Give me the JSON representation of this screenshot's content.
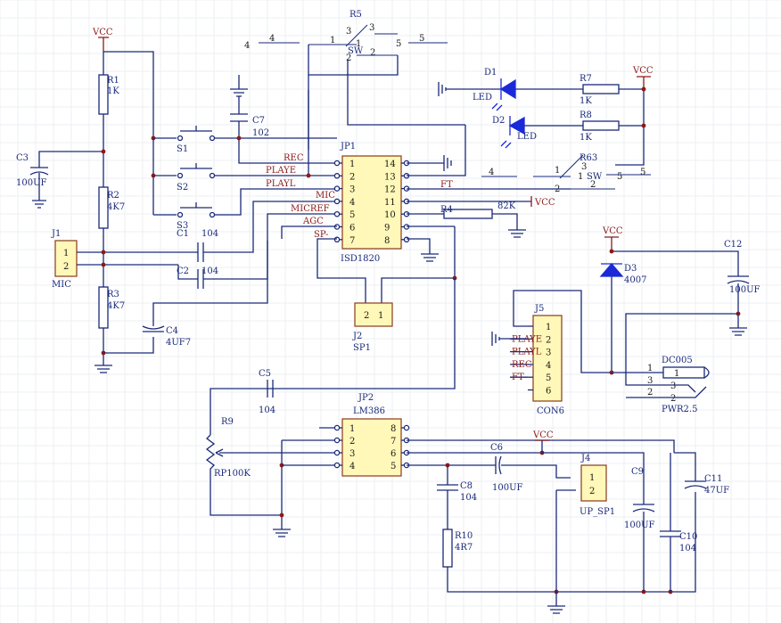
{
  "labels": {
    "vcc": "VCC",
    "r1": "R1",
    "r1v": "1K",
    "r2": "R2",
    "r2v": "4K7",
    "r3": "R3",
    "r3v": "4K7",
    "c3": "C3",
    "c3v": "100UF",
    "j1": "J1",
    "j1v": "MIC",
    "c4": "C4",
    "c4v": "4UF7",
    "c1": "C1",
    "c1v": "104",
    "c2": "C2",
    "c2v": "104",
    "c7": "C7",
    "c7v": "102",
    "s1": "S1",
    "s2": "S2",
    "s3": "S3",
    "r5": "R5",
    "sw": "SW",
    "d1": "D1",
    "d2": "D2",
    "led": "LED",
    "r7": "R7",
    "r7v": "1K",
    "r8": "R8",
    "r8v": "1K",
    "r6": "R63",
    "jp1": "JP1",
    "jp1v": "ISD1820",
    "j2": "J2",
    "j2v": "SP1",
    "r4": "R4",
    "r4v": "82K",
    "ft": "FT",
    "d3": "D3",
    "d3v": "4007",
    "c12": "C12",
    "c12v": "100UF",
    "j5": "J5",
    "j5v": "CON6",
    "dc": "DC005",
    "dcv": "PWR2.5",
    "c5": "C5",
    "c5v": "104",
    "r9": "R9",
    "r9v": "RP100K",
    "jp2": "JP2",
    "jp2v": "LM386",
    "c6": "C6",
    "c6v": "100UF",
    "j4": "J4",
    "j4v": "UP_SP1",
    "c8": "C8",
    "c8v": "104",
    "r10": "R10",
    "r10v": "4R7",
    "c9": "C9",
    "c9v": "100UF",
    "c10": "C10",
    "c10v": "104",
    "c11": "C11",
    "c11v": "47UF"
  },
  "nets": {
    "rec": "REC",
    "playe": "PLAYE",
    "playl": "PLAYL",
    "mic": "MIC",
    "micref": "MICREF",
    "agc": "AGC",
    "sp": "SP-"
  },
  "pins": {
    "n1": "1",
    "n2": "2",
    "n3": "3",
    "n4": "4",
    "n5": "5",
    "n6": "6",
    "n7": "7",
    "n8": "8",
    "n9": "9",
    "n10": "10",
    "n11": "11",
    "n12": "12",
    "n13": "13",
    "n14": "14"
  },
  "con6_pins": [
    "PLAYE",
    "PLAYL",
    "REC",
    "FT"
  ]
}
